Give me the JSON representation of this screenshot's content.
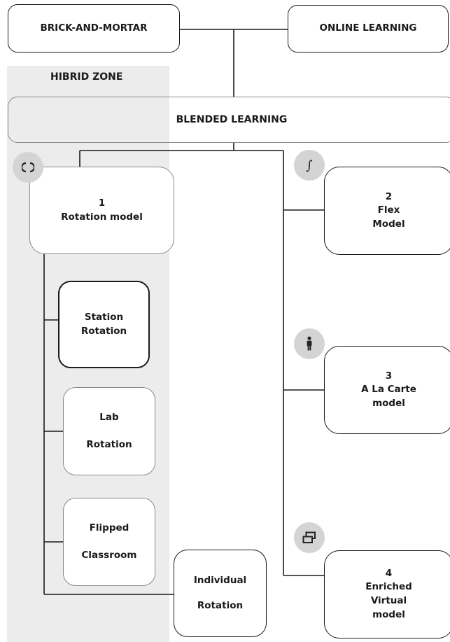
{
  "top_row": {
    "brick_and_mortar": "BRICK-AND-MORTAR",
    "online_learning": "ONLINE LEARNING"
  },
  "hybrid_zone_label": "HIBRID ZONE",
  "blended_learning": "BLENDED LEARNING",
  "models": {
    "rotation": {
      "number": "1",
      "name": "Rotation model",
      "icon": "rotate-arrows-icon"
    },
    "flex": {
      "number": "2",
      "line1": "Flex",
      "line2": "Model",
      "icon": "integral-icon"
    },
    "a_la_carte": {
      "number": "3",
      "line1": "A La Carte",
      "line2": "model",
      "icon": "person-icon"
    },
    "enriched_virtual": {
      "number": "4",
      "line1": "Enriched",
      "line2": "Virtual",
      "line3": "model",
      "icon": "windows-icon"
    }
  },
  "rotation_submodels": {
    "station": {
      "line1": "Station",
      "line2": "Rotation"
    },
    "lab": {
      "line1": "Lab",
      "line2": "Rotation"
    },
    "flipped": {
      "line1": "Flipped",
      "line2": "Classroom"
    },
    "individual": {
      "line1": "Individual",
      "line2": "Rotation"
    }
  },
  "colors": {
    "hybrid_zone_bg": "#ececec",
    "icon_circle_bg": "#d4d4d4",
    "border_dark": "#1a1a1a",
    "border_grey": "#8a8a8a"
  }
}
